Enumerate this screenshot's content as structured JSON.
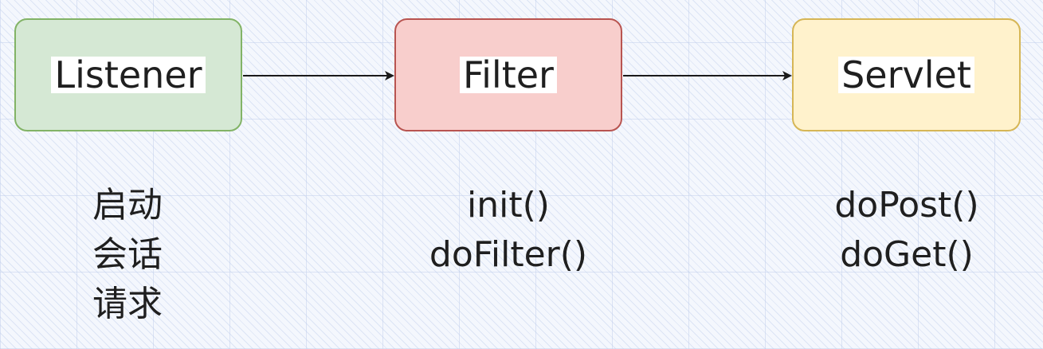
{
  "colors": {
    "listener_fill": "#d5e8d4",
    "listener_border": "#82b366",
    "filter_fill": "#f8cecc",
    "filter_border": "#b85450",
    "servlet_fill": "#fff2cc",
    "servlet_border": "#d6b656",
    "arrow": "#1a1a1a"
  },
  "nodes": {
    "listener": {
      "label": "Listener"
    },
    "filter": {
      "label": "Filter"
    },
    "servlet": {
      "label": "Servlet"
    }
  },
  "notes": {
    "listener": [
      "启动",
      "会话",
      "请求"
    ],
    "filter": [
      "init()",
      "doFilter()"
    ],
    "servlet": [
      "doPost()",
      "doGet()"
    ]
  },
  "edges": [
    {
      "from": "listener",
      "to": "filter"
    },
    {
      "from": "filter",
      "to": "servlet"
    }
  ]
}
